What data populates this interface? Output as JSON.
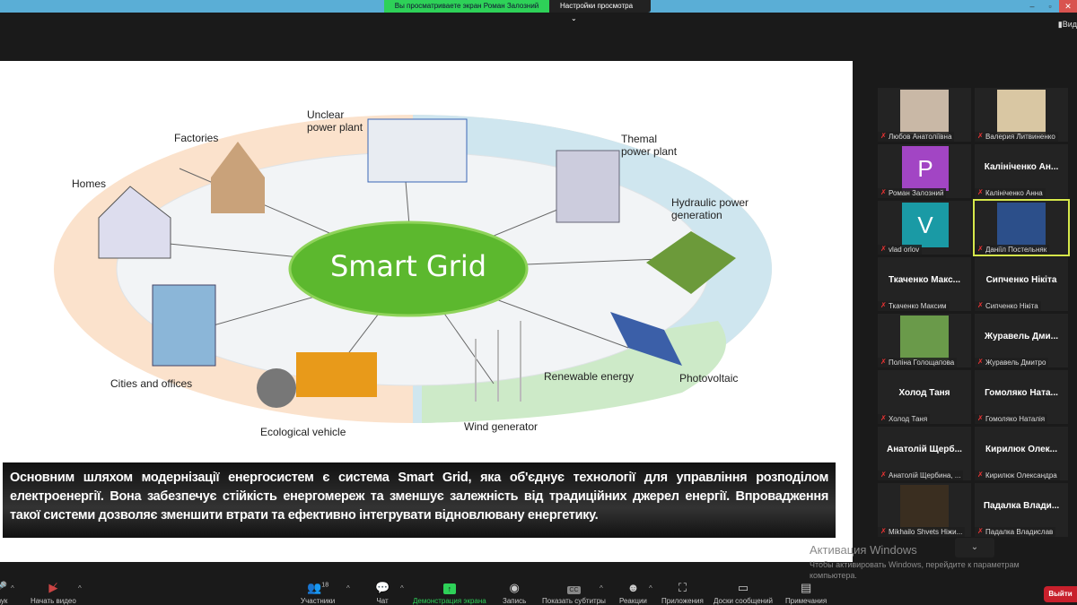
{
  "topbar": {
    "viewing_text": "Вы просматриваете экран Роман Залозний",
    "view_settings": "Настройки просмотра",
    "view_button": "Вид"
  },
  "slide": {
    "center_label": "Smart Grid",
    "labels": {
      "homes": "Homes",
      "factories": "Factories",
      "nuclear": "Unclear power plant",
      "thermal": "Themal power plant",
      "hydraulic": "Hydraulic power generation",
      "photovoltaic": "Photovoltaic",
      "renewable": "Renewable energy",
      "wind": "Wind generator",
      "ecological": "Ecological vehicle",
      "cities": "Cities and offices"
    },
    "caption": "Основним шляхом модернізації енергосистем  є система Smart Grid,  яка  об'єднує технології для управління розподілом електроенергії. Вона забезпечує стійкість енергомереж та зменшує  залежність від традиційних  джерел енергії. Впровадження такої системи дозволяє зменшити втрати та ефективно інтегрувати відновлювану енергетику."
  },
  "participants": [
    {
      "name": "Любов Анатоліївна",
      "type": "photo",
      "color": "#c9b8a6"
    },
    {
      "name": "Валерия Литвиненко",
      "type": "photo",
      "color": "#d9c7a3"
    },
    {
      "name": "Роман Залозний",
      "type": "avatar",
      "letter": "P",
      "color": "#a245c4"
    },
    {
      "name": "Калініченко Анна",
      "type": "text",
      "display": "Калініченко Ан..."
    },
    {
      "name": "vlad orlov",
      "type": "avatar",
      "letter": "V",
      "color": "#1a9aa5"
    },
    {
      "name": "Даніїл Постельняк",
      "type": "photo",
      "color": "#2c4f8a",
      "active": true
    },
    {
      "name": "Ткаченко Максим",
      "type": "text",
      "display": "Ткаченко Макс..."
    },
    {
      "name": "Сипченко Нікіта",
      "type": "text",
      "display": "Сипченко Нікіта"
    },
    {
      "name": "Поліна Голощапова",
      "type": "photo",
      "color": "#6a9a4a"
    },
    {
      "name": "Журавель Дмитро",
      "type": "text",
      "display": "Журавель Дми..."
    },
    {
      "name": "Холод Таня",
      "type": "text",
      "display": "Холод Таня"
    },
    {
      "name": "Гомоляко Наталія",
      "type": "text",
      "display": "Гомоляко Ната..."
    },
    {
      "name": "Анатолій Щербина, ...",
      "type": "text",
      "display": "Анатолій Щерб..."
    },
    {
      "name": "Кирилюк Олександра",
      "type": "text",
      "display": "Кирилюк Олек..."
    },
    {
      "name": "Mikhailo Shvets Ніжи...",
      "type": "photo",
      "color": "#3a2e20"
    },
    {
      "name": "Падалка Владислав",
      "type": "text",
      "display": "Падалка Влади..."
    }
  ],
  "toolbar": {
    "audio": "Звук",
    "video": "Начать видео",
    "participants": "Участники",
    "participants_count": "18",
    "chat": "Чат",
    "share": "Демонстрация экрана",
    "record": "Запись",
    "captions": "Показать субтитры",
    "reactions": "Реакции",
    "apps": "Приложения",
    "whiteboards": "Доски сообщений",
    "notes": "Примечания",
    "leave": "Выйти"
  },
  "watermark": {
    "title": "Активация Windows",
    "text": "Чтобы активировать Windows, перейдите к параметрам компьютера."
  },
  "colors": {
    "share_green": "#2ed158",
    "leave_red": "#c8202c",
    "active_border": "#d6e84a"
  }
}
